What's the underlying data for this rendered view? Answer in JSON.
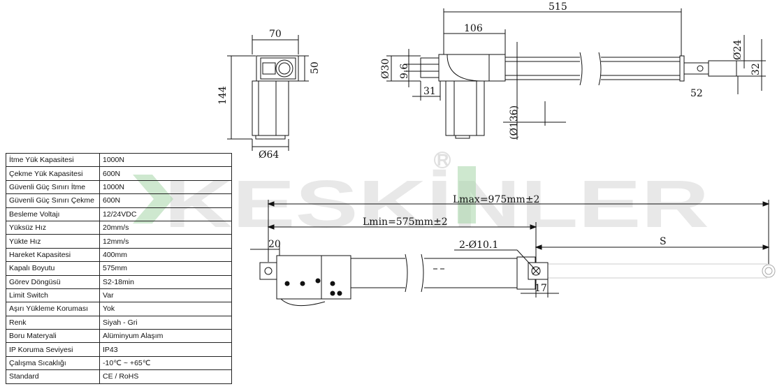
{
  "watermark": {
    "brand": "KESKİNLER",
    "registered_mark": "R",
    "accent_color": "#4caf50"
  },
  "top_left_view": {
    "width": "70",
    "height_top": "50",
    "height_total": "144",
    "diameter": "Ø64"
  },
  "top_right_view": {
    "length_total": "515",
    "length_motor": "106",
    "dia_rear": "Ø30",
    "rear_hole": "9.6",
    "rear_offset": "31",
    "motor_dia": "(Ø136)",
    "rod_dia": "Ø24",
    "rod_end": "32",
    "rod_length": "52"
  },
  "bottom_view": {
    "lmax": "Lmax=975mm±2",
    "lmin": "Lmin=575mm±2",
    "stroke": "S",
    "end_offset": "20",
    "holes": "2-Ø10.1",
    "tip": "17"
  },
  "specs": [
    {
      "key": "İtme Yük Kapasitesi",
      "value": "1000N"
    },
    {
      "key": "Çekme Yük Kapasitesi",
      "value": "600N"
    },
    {
      "key": "Güvenli Güç Sınırı İtme",
      "value": "1000N"
    },
    {
      "key": "Güvenli Güç Sınırı Çekme",
      "value": "600N"
    },
    {
      "key": "Besleme Voltajı",
      "value": "12/24VDC"
    },
    {
      "key": "Yüksüz Hız",
      "value": "20mm/s"
    },
    {
      "key": "Yükte Hız",
      "value": "12mm/s"
    },
    {
      "key": "Hareket Kapasitesi",
      "value": "400mm"
    },
    {
      "key": "Kapalı Boyutu",
      "value": "575mm"
    },
    {
      "key": "Görev Döngüsü",
      "value": "S2-18min"
    },
    {
      "key": "Limit Switch",
      "value": "Var"
    },
    {
      "key": "Aşırı Yükleme Koruması",
      "value": "Yok"
    },
    {
      "key": "Renk",
      "value": "Siyah - Gri"
    },
    {
      "key": "Boru Materyali",
      "value": "Alüminyum Alaşım"
    },
    {
      "key": "IP Koruma Seviyesi",
      "value": "IP43"
    },
    {
      "key": "Çalışma Sıcaklığı",
      "value": "-10℃ ~ +65℃"
    },
    {
      "key": "Standard",
      "value": "CE / RoHS"
    }
  ]
}
